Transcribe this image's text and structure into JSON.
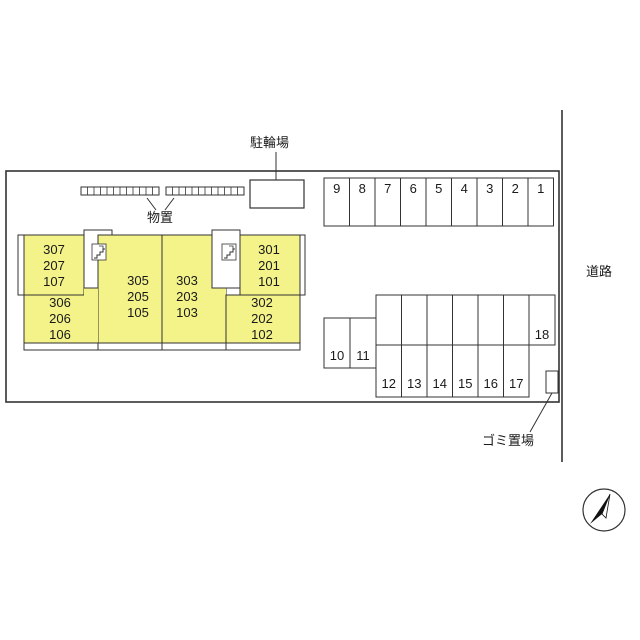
{
  "labels": {
    "bicycle_parking": "駐輪場",
    "storage": "物置",
    "road": "道路",
    "garbage": "ゴミ置場"
  },
  "units": {
    "block_a_top": [
      "307",
      "207",
      "107"
    ],
    "block_a_bottom": [
      "306",
      "206",
      "106"
    ],
    "block_b": [
      "305",
      "205",
      "105"
    ],
    "block_c": [
      "303",
      "203",
      "103"
    ],
    "block_d_top": [
      "301",
      "201",
      "101"
    ],
    "block_d_bottom": [
      "302",
      "202",
      "102"
    ]
  },
  "parking": {
    "top_row": [
      "9",
      "8",
      "7",
      "6",
      "5",
      "4",
      "3",
      "2",
      "1"
    ],
    "left_pair": [
      "10",
      "11"
    ],
    "bottom_row": [
      "12",
      "13",
      "14",
      "15",
      "16",
      "17"
    ],
    "right": "18"
  },
  "colors": {
    "unit_fill": "#f4f38a",
    "line": "#333333"
  },
  "icons": {
    "stairs": "stairs-icon",
    "compass": "north-arrow-icon"
  }
}
